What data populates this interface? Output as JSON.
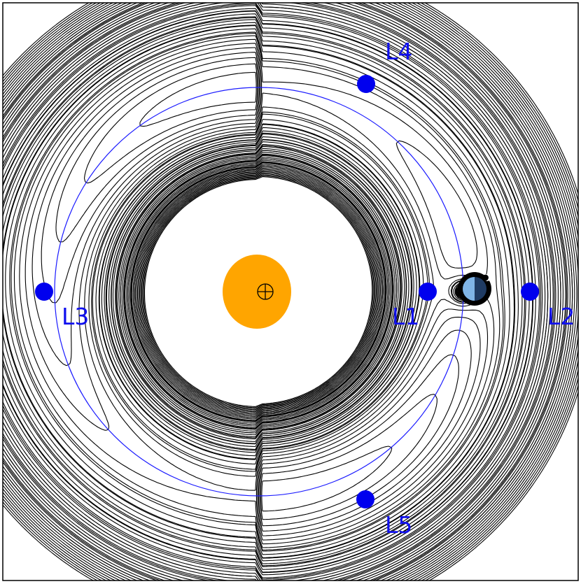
{
  "colors": {
    "background": "#ffffff",
    "frame": "#000000",
    "contour": "#000000",
    "orbit": "#1a1aff",
    "lagrange_point": "#0000ee",
    "label": "#1010ee",
    "sun": "#ffa500",
    "earth_dark": "#1f3b63",
    "earth_light": "#7fb4e6",
    "earth_ring": "#000000"
  },
  "labels": {
    "l1": "L1",
    "l2": "L2",
    "l3": "L3",
    "l4": "L4",
    "l5": "L5"
  },
  "icons": {
    "sun": "sun-symbol-icon",
    "earth": "earth-icon",
    "moon": "moon-icon"
  }
}
